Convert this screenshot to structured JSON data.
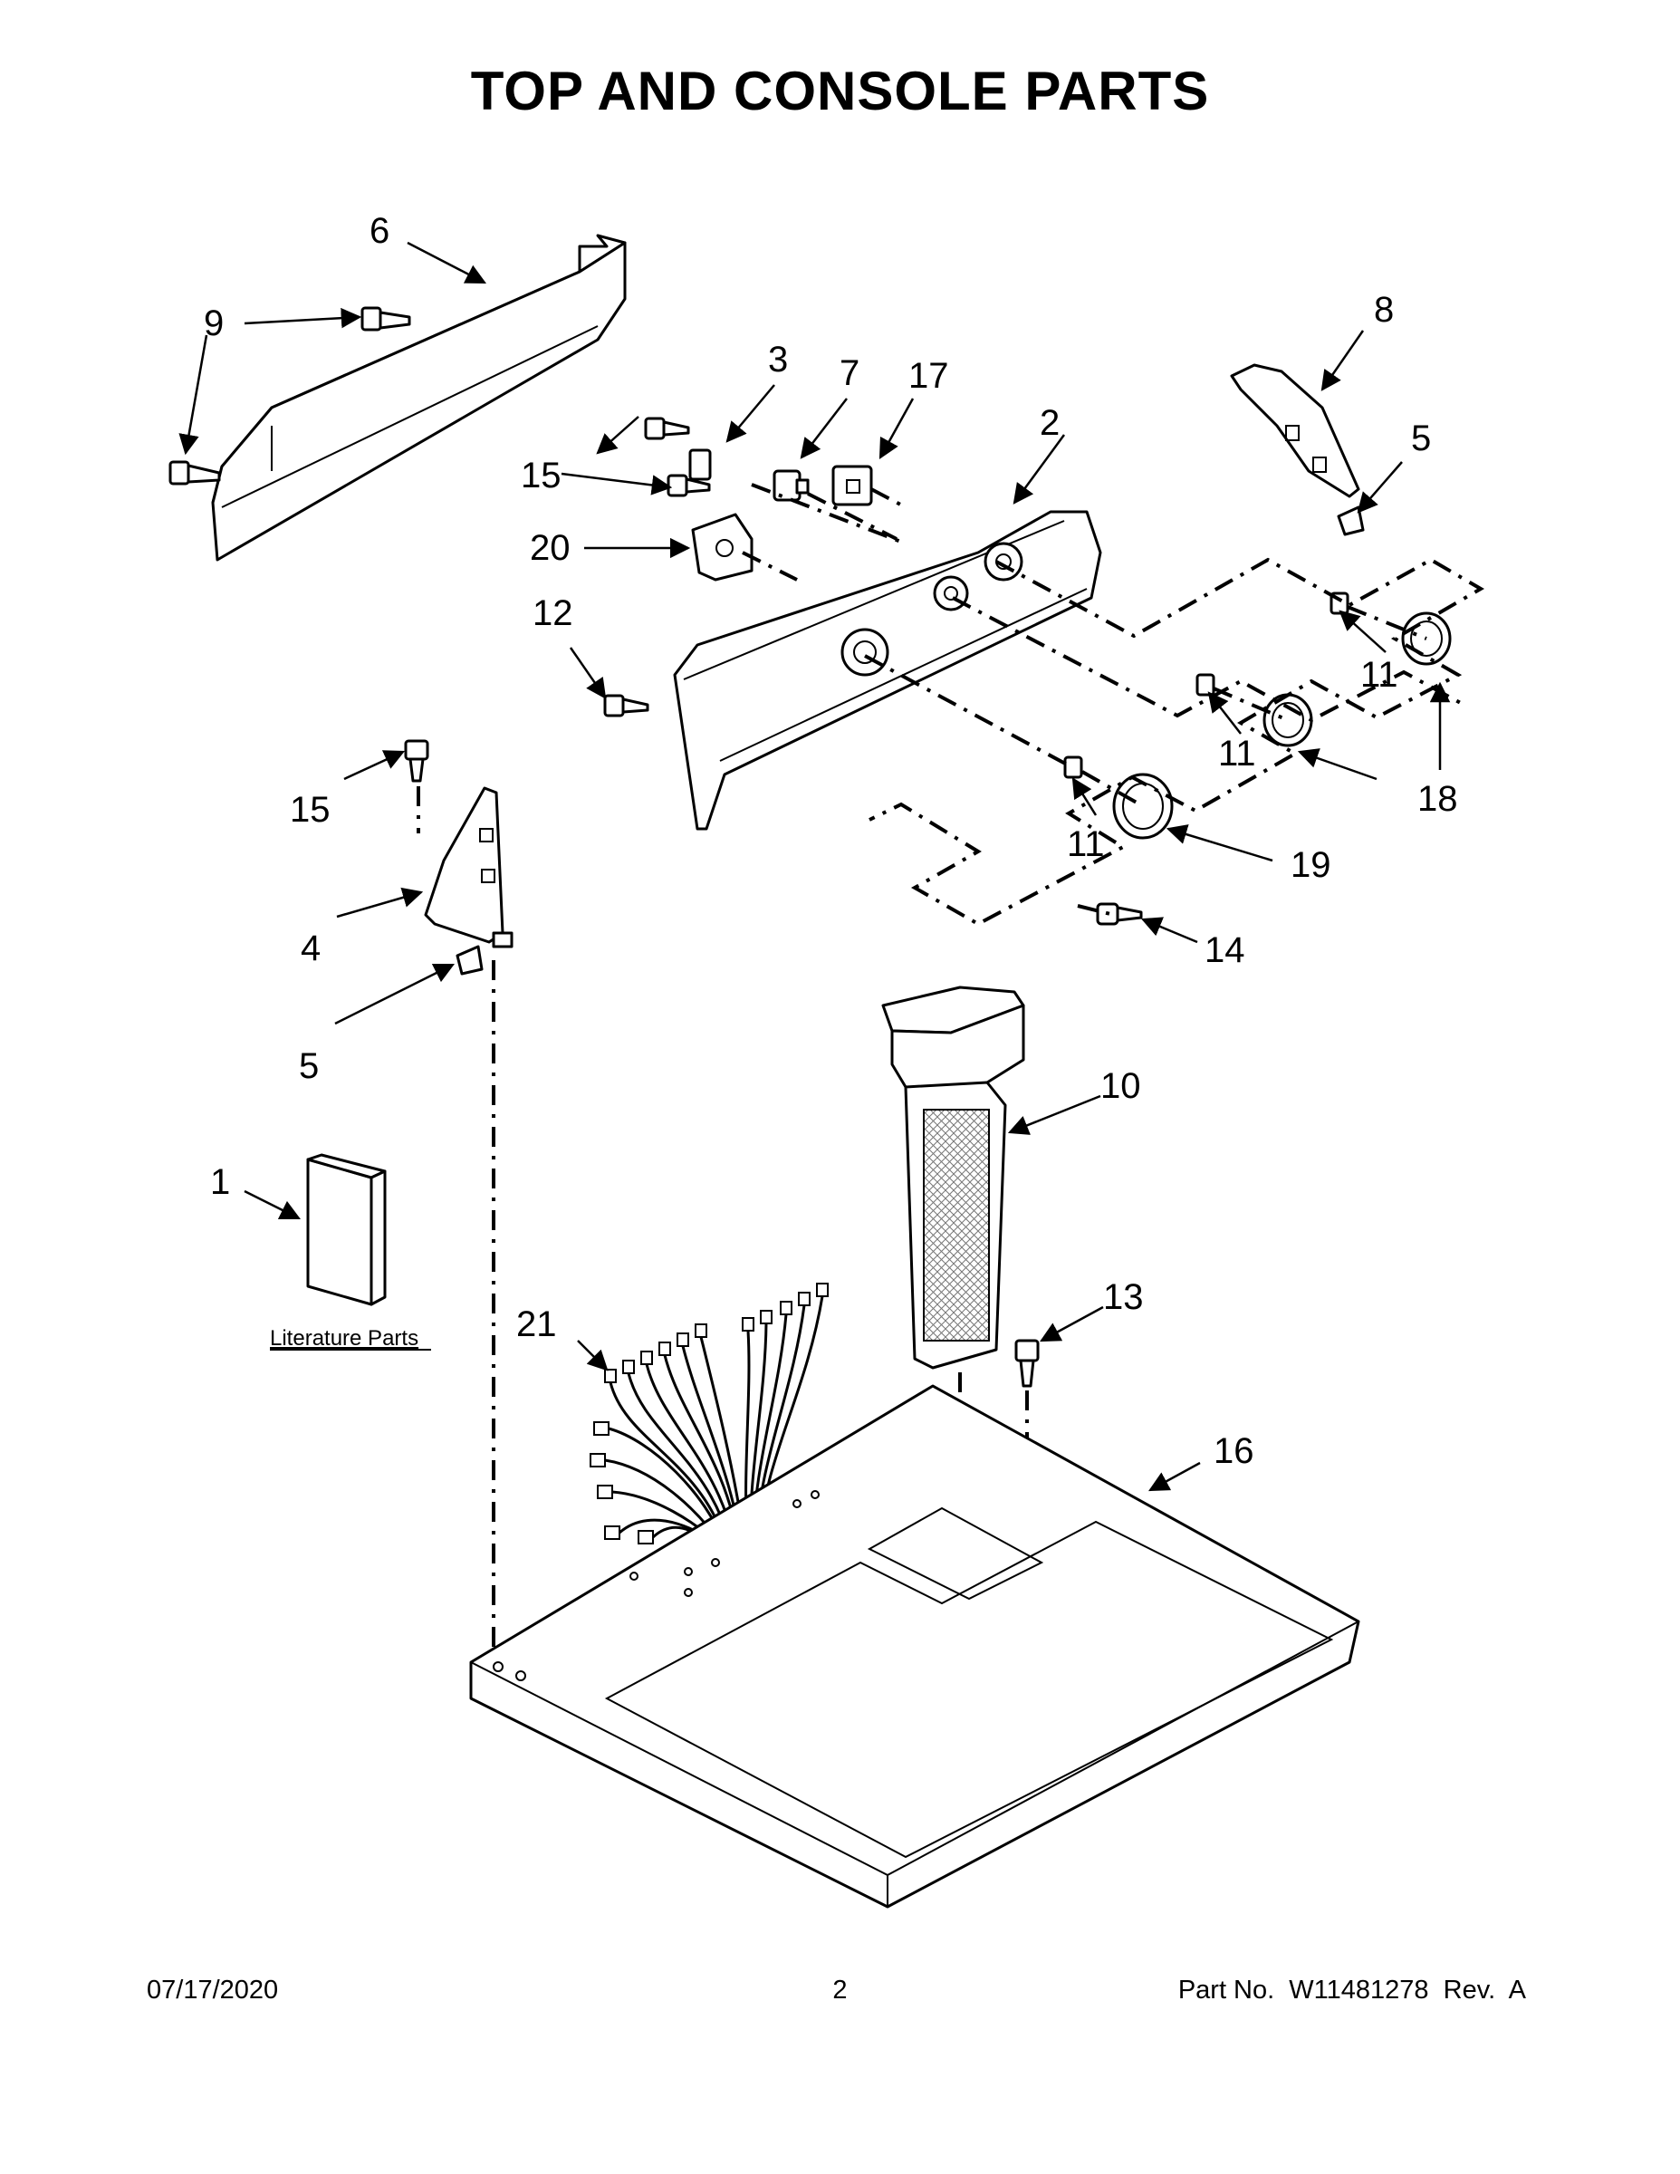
{
  "title": "TOP AND CONSOLE PARTS",
  "callouts": {
    "c1": "1",
    "c2": "2",
    "c3": "3",
    "c4": "4",
    "c5a": "5",
    "c5b": "5",
    "c6": "6",
    "c7": "7",
    "c8": "8",
    "c9": "9",
    "c10": "10",
    "c11a": "11",
    "c11b": "11",
    "c11c": "11",
    "c12": "12",
    "c13": "13",
    "c14": "14",
    "c15a": "15",
    "c15b": "15",
    "c16": "16",
    "c17": "17",
    "c18": "18",
    "c19": "19",
    "c20": "20",
    "c21": "21"
  },
  "literature_label": "Literature Parts",
  "footer": {
    "date": "07/17/2020",
    "page": "2",
    "part_no": "Part No.  W11481278  Rev.  A"
  }
}
